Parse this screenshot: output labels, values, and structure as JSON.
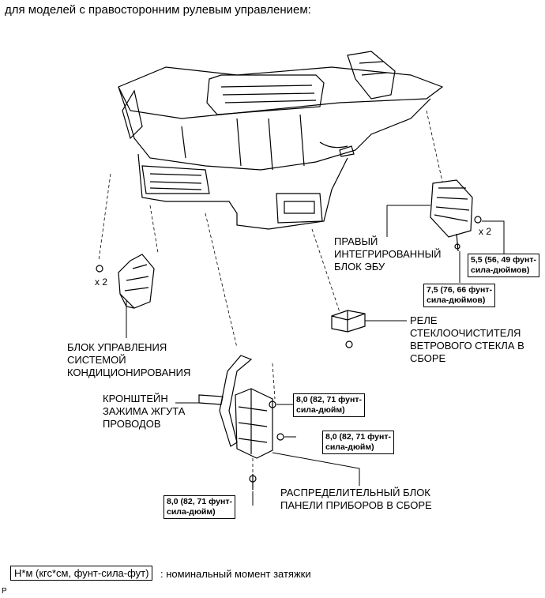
{
  "heading": "для моделей с правосторонним рулевым управлением:",
  "labels": {
    "ecu_right": "ПРАВЫЙ\nИНТЕГРИРОВАННЫЙ\nБЛОК ЭБУ",
    "wiper_relay": "РЕЛЕ\nСТЕКЛООЧИСТИТЕЛЯ\nВЕТРОВОГО СТЕКЛА В\nСБОРЕ",
    "ac_control": "БЛОК УПРАВЛЕНИЯ\nСИСТЕМОЙ\nКОНДИЦИОНИРОВАНИЯ",
    "harness_bracket": "КРОНШТЕЙН\nЗАЖИМА ЖГУТА\nПРОВОДОВ",
    "junction_block": "РАСПРЕДЕЛИТЕЛЬНЫЙ БЛОК\nПАНЕЛИ ПРИБОРОВ В СБОРЕ"
  },
  "torques": {
    "t1": "5,5 (56, 49 фунт-\nсила-дюймов)",
    "t2": "7,5 (76, 66 фунт-\nсила-дюймов)",
    "t3": "8,0 (82, 71 фунт-\nсила-дюйм)",
    "t4": "8,0 (82, 71 фунт-\nсила-дюйм)",
    "t5": "8,0 (82, 71 фунт-\nсила-дюйм)"
  },
  "quantities": {
    "ecu_bolts": "x 2",
    "ac_bolts": "x 2"
  },
  "legend": {
    "box": "Н*м (кгс*см, фунт-сила-фут)",
    "text": ": номинальный момент затяжки"
  },
  "figure_code": "P"
}
